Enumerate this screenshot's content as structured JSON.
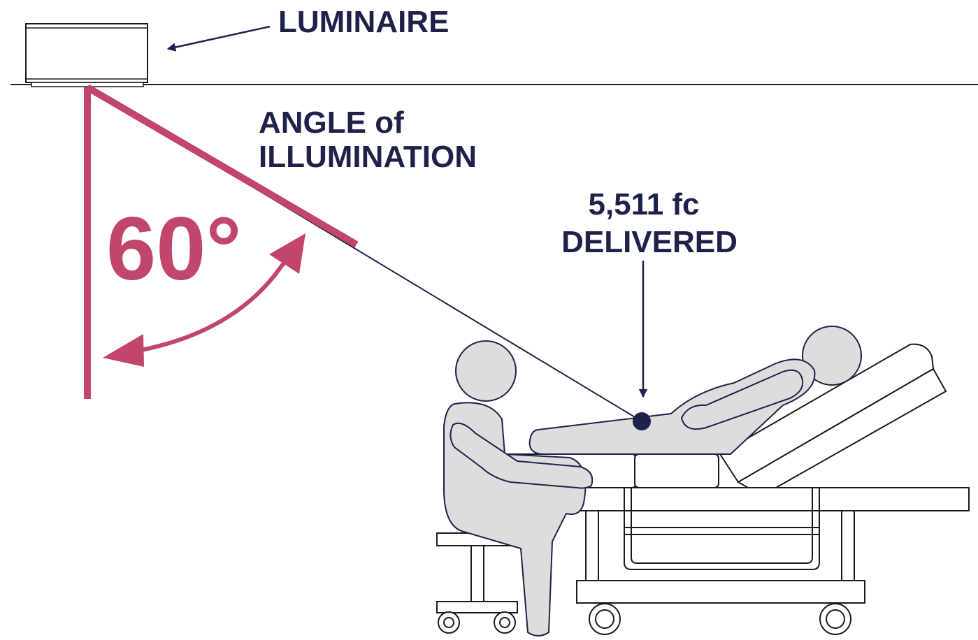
{
  "labels": {
    "luminaire": "LUMINAIRE",
    "angle_line1": "ANGLE of",
    "angle_line2": "ILLUMINATION",
    "angle_value": "60°",
    "delivered_line1": "5,511 fc",
    "delivered_line2": "DELIVERED"
  },
  "colors": {
    "navy": "#1e2249",
    "magenta": "#c2456c",
    "figure_fill": "#dddddd"
  }
}
